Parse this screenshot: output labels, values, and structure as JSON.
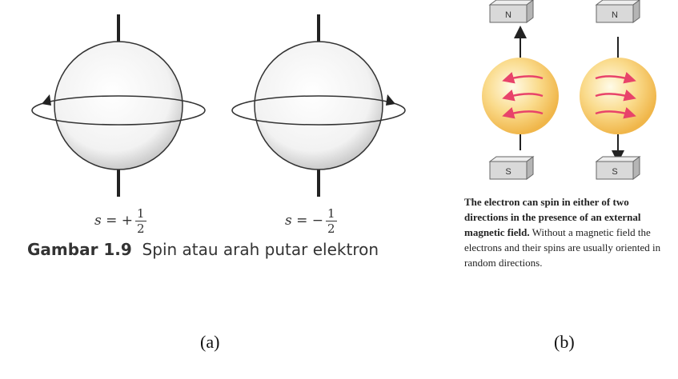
{
  "panel_a": {
    "eq_left": {
      "lhs": "s = +",
      "num": "1",
      "den": "2"
    },
    "eq_right": {
      "lhs": "s = −",
      "num": "1",
      "den": "2"
    },
    "caption_bold": "Gambar 1.9",
    "caption_text": "Spin atau arah putar elektron",
    "label": "(a)"
  },
  "panel_b": {
    "magnet_north": "N",
    "magnet_south": "S",
    "caption_bold": "The electron can spin in either of two directions in the presence of an external magnetic field.",
    "caption_text": "Without a magnetic field the electrons and their spins are usually oriented in random directions.",
    "label": "(b)"
  },
  "colors": {
    "sphere_glow": "#f6c35a",
    "spin_arrow": "#e8436a",
    "magnet_face": "#d9d9d9"
  }
}
